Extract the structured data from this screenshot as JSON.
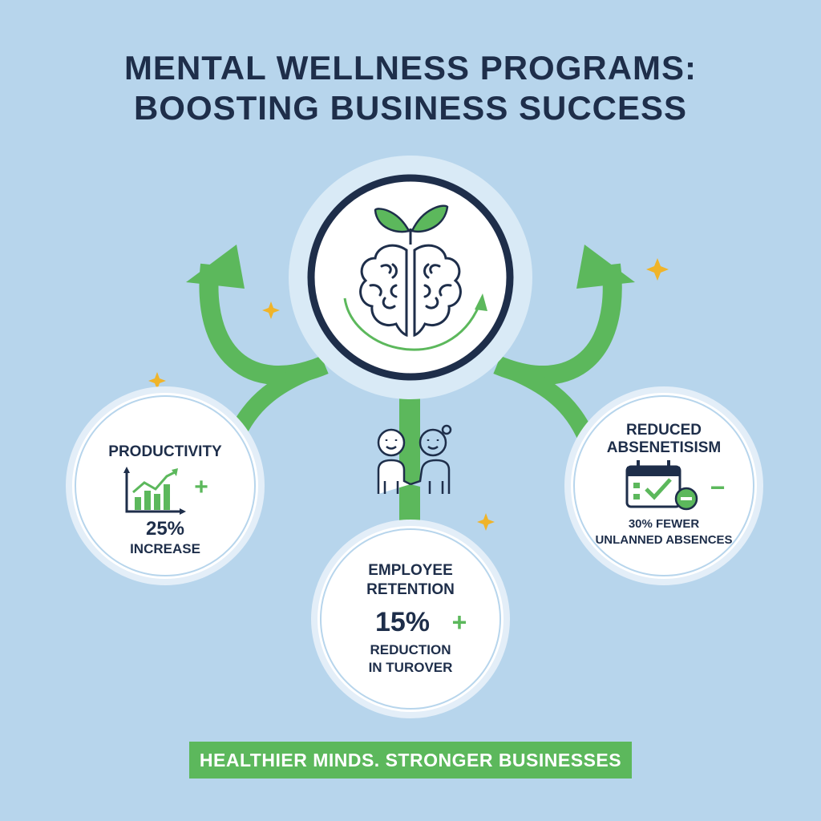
{
  "title": {
    "line1": "MENTAL WELLNESS PROGRAMS:",
    "line2": "BOOSTING BUSINESS SUCCESS"
  },
  "productivity": {
    "label": "PRODUCTIVITY",
    "value": "25%",
    "caption": "INCREASE",
    "plus": "+"
  },
  "retention": {
    "label_line1": "EMPLOYEE",
    "label_line2": "RETENTION",
    "value": "15%",
    "plus": "+",
    "caption_line1": "REDUCTION",
    "caption_line2": "IN TUROVER"
  },
  "absenteeism": {
    "label_line1": "REDUCED",
    "label_line2": "ABSENETISISM",
    "minus": "−",
    "caption_line1": "30% FEWER",
    "caption_line2": "UNLANNED ABSENCES"
  },
  "banner": "HEALTHIER MINDS. STRONGER BUSINESSES",
  "colors": {
    "background": "#b7d5ec",
    "navy": "#1e2e4a",
    "green": "#5cb85c",
    "sparkle": "#f0b429"
  },
  "icons": [
    "brain-sprout-icon",
    "chart-up-icon",
    "people-holding-hands-icon",
    "calendar-check-icon"
  ]
}
